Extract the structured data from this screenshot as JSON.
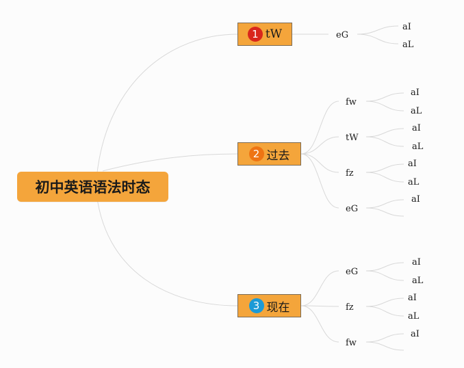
{
  "root": {
    "label": "初中英语语法时态"
  },
  "branches": [
    {
      "number": "1",
      "label": "tW",
      "badge_color": "#d9261c",
      "children": [
        {
          "label": "eG",
          "leaves": [
            "aI",
            "aL"
          ]
        }
      ]
    },
    {
      "number": "2",
      "label": "过去",
      "badge_color": "#ee7413",
      "children": [
        {
          "label": "fw",
          "leaves": [
            "aI",
            "aL"
          ]
        },
        {
          "label": "tW",
          "leaves": [
            "aI",
            "aL"
          ]
        },
        {
          "label": "fz",
          "leaves": [
            "aI",
            "aL"
          ]
        },
        {
          "label": "eG",
          "leaves": [
            "aI",
            ""
          ]
        }
      ]
    },
    {
      "number": "3",
      "label": "现在",
      "badge_color": "#1c9ad6",
      "children": [
        {
          "label": "eG",
          "leaves": [
            "aI",
            "aL"
          ]
        },
        {
          "label": "fz",
          "leaves": [
            "aI",
            "aL"
          ]
        },
        {
          "label": "fw",
          "leaves": [
            "aI",
            ""
          ]
        }
      ]
    }
  ],
  "colors": {
    "topic_fill": "#f4a53b",
    "connector": "#d8d8d8"
  }
}
